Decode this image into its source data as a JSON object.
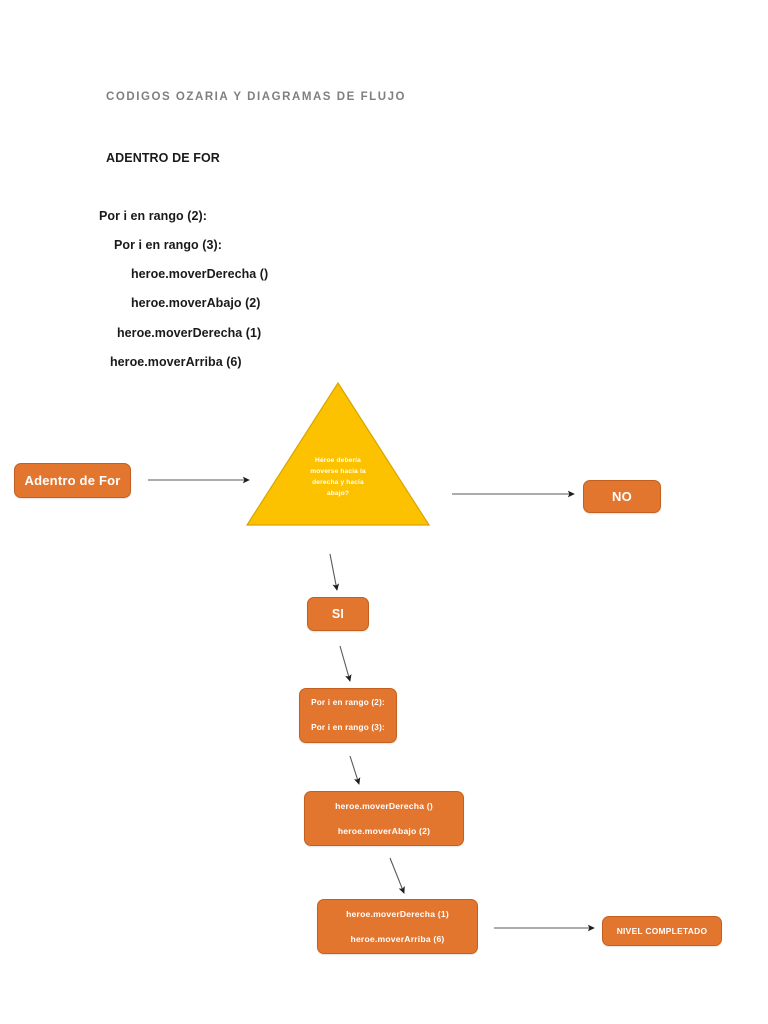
{
  "document": {
    "heading": "CODIGOS OZARIA Y DIAGRAMAS DE FLUJO",
    "subheading": "ADENTRO DE FOR",
    "code_lines": [
      {
        "text": "Por i en rango (2):",
        "indent": 0
      },
      {
        "text": "Por i en rango (3):",
        "indent": 1
      },
      {
        "text": "heroe.moverDerecha ()",
        "indent": 2
      },
      {
        "text": "heroe.moverAbajo (2)",
        "indent": 2
      },
      {
        "text": "heroe.moverDerecha (1)",
        "indent": 1
      },
      {
        "text": "heroe.moverArriba (6)",
        "indent": 1
      }
    ]
  },
  "flowchart": {
    "start_node": {
      "label": "Adentro de For"
    },
    "decision_node": {
      "line1": "Héroe debería",
      "line2": "moverse hacia la",
      "line3": "derecha y hacia",
      "line4": "abajo?"
    },
    "no_node": {
      "label": "NO"
    },
    "si_node": {
      "label": "SI"
    },
    "loops_node": {
      "line1": "Por i en rango (2):",
      "line2": "Por i en rango (3):"
    },
    "moves_node_1": {
      "line1": "heroe.moverDerecha ()",
      "line2": "heroe.moverAbajo (2)"
    },
    "moves_node_2": {
      "line1": "heroe.moverDerecha (1)",
      "line2": "heroe.moverArriba (6)"
    },
    "completed_node": {
      "label": "NIVEL COMPLETADO"
    }
  },
  "colors": {
    "node_fill": "#e3762f",
    "node_border": "#c4601f",
    "decision_fill": "#fcc200",
    "decision_border": "#d9a400",
    "connector": "#595959",
    "heading_text": "#7f7f7f",
    "body_text": "#1a1a1a",
    "page_background": "#ffffff"
  }
}
